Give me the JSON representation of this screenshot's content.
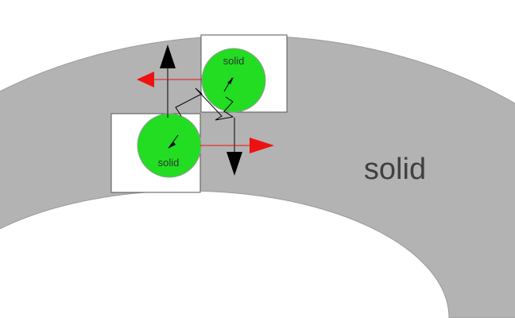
{
  "diagram": {
    "ring": {
      "label": "solid",
      "fill_color": "#b3b3b3"
    },
    "particles": [
      {
        "label": "solid",
        "fill_color": "#22dd22"
      },
      {
        "label": "solid",
        "fill_color": "#22dd22"
      }
    ],
    "colors": {
      "box": "#ffffff",
      "box_border": "#555555",
      "normal_arrow": "#000000",
      "tangent_arrow": "#ee1111",
      "spring": "#000000",
      "pointer": "#000000"
    },
    "icons": {
      "spring": "zigzag-spring-icon",
      "normal_arrow": "arrow-icon",
      "tangent_arrow": "arrow-icon"
    }
  }
}
